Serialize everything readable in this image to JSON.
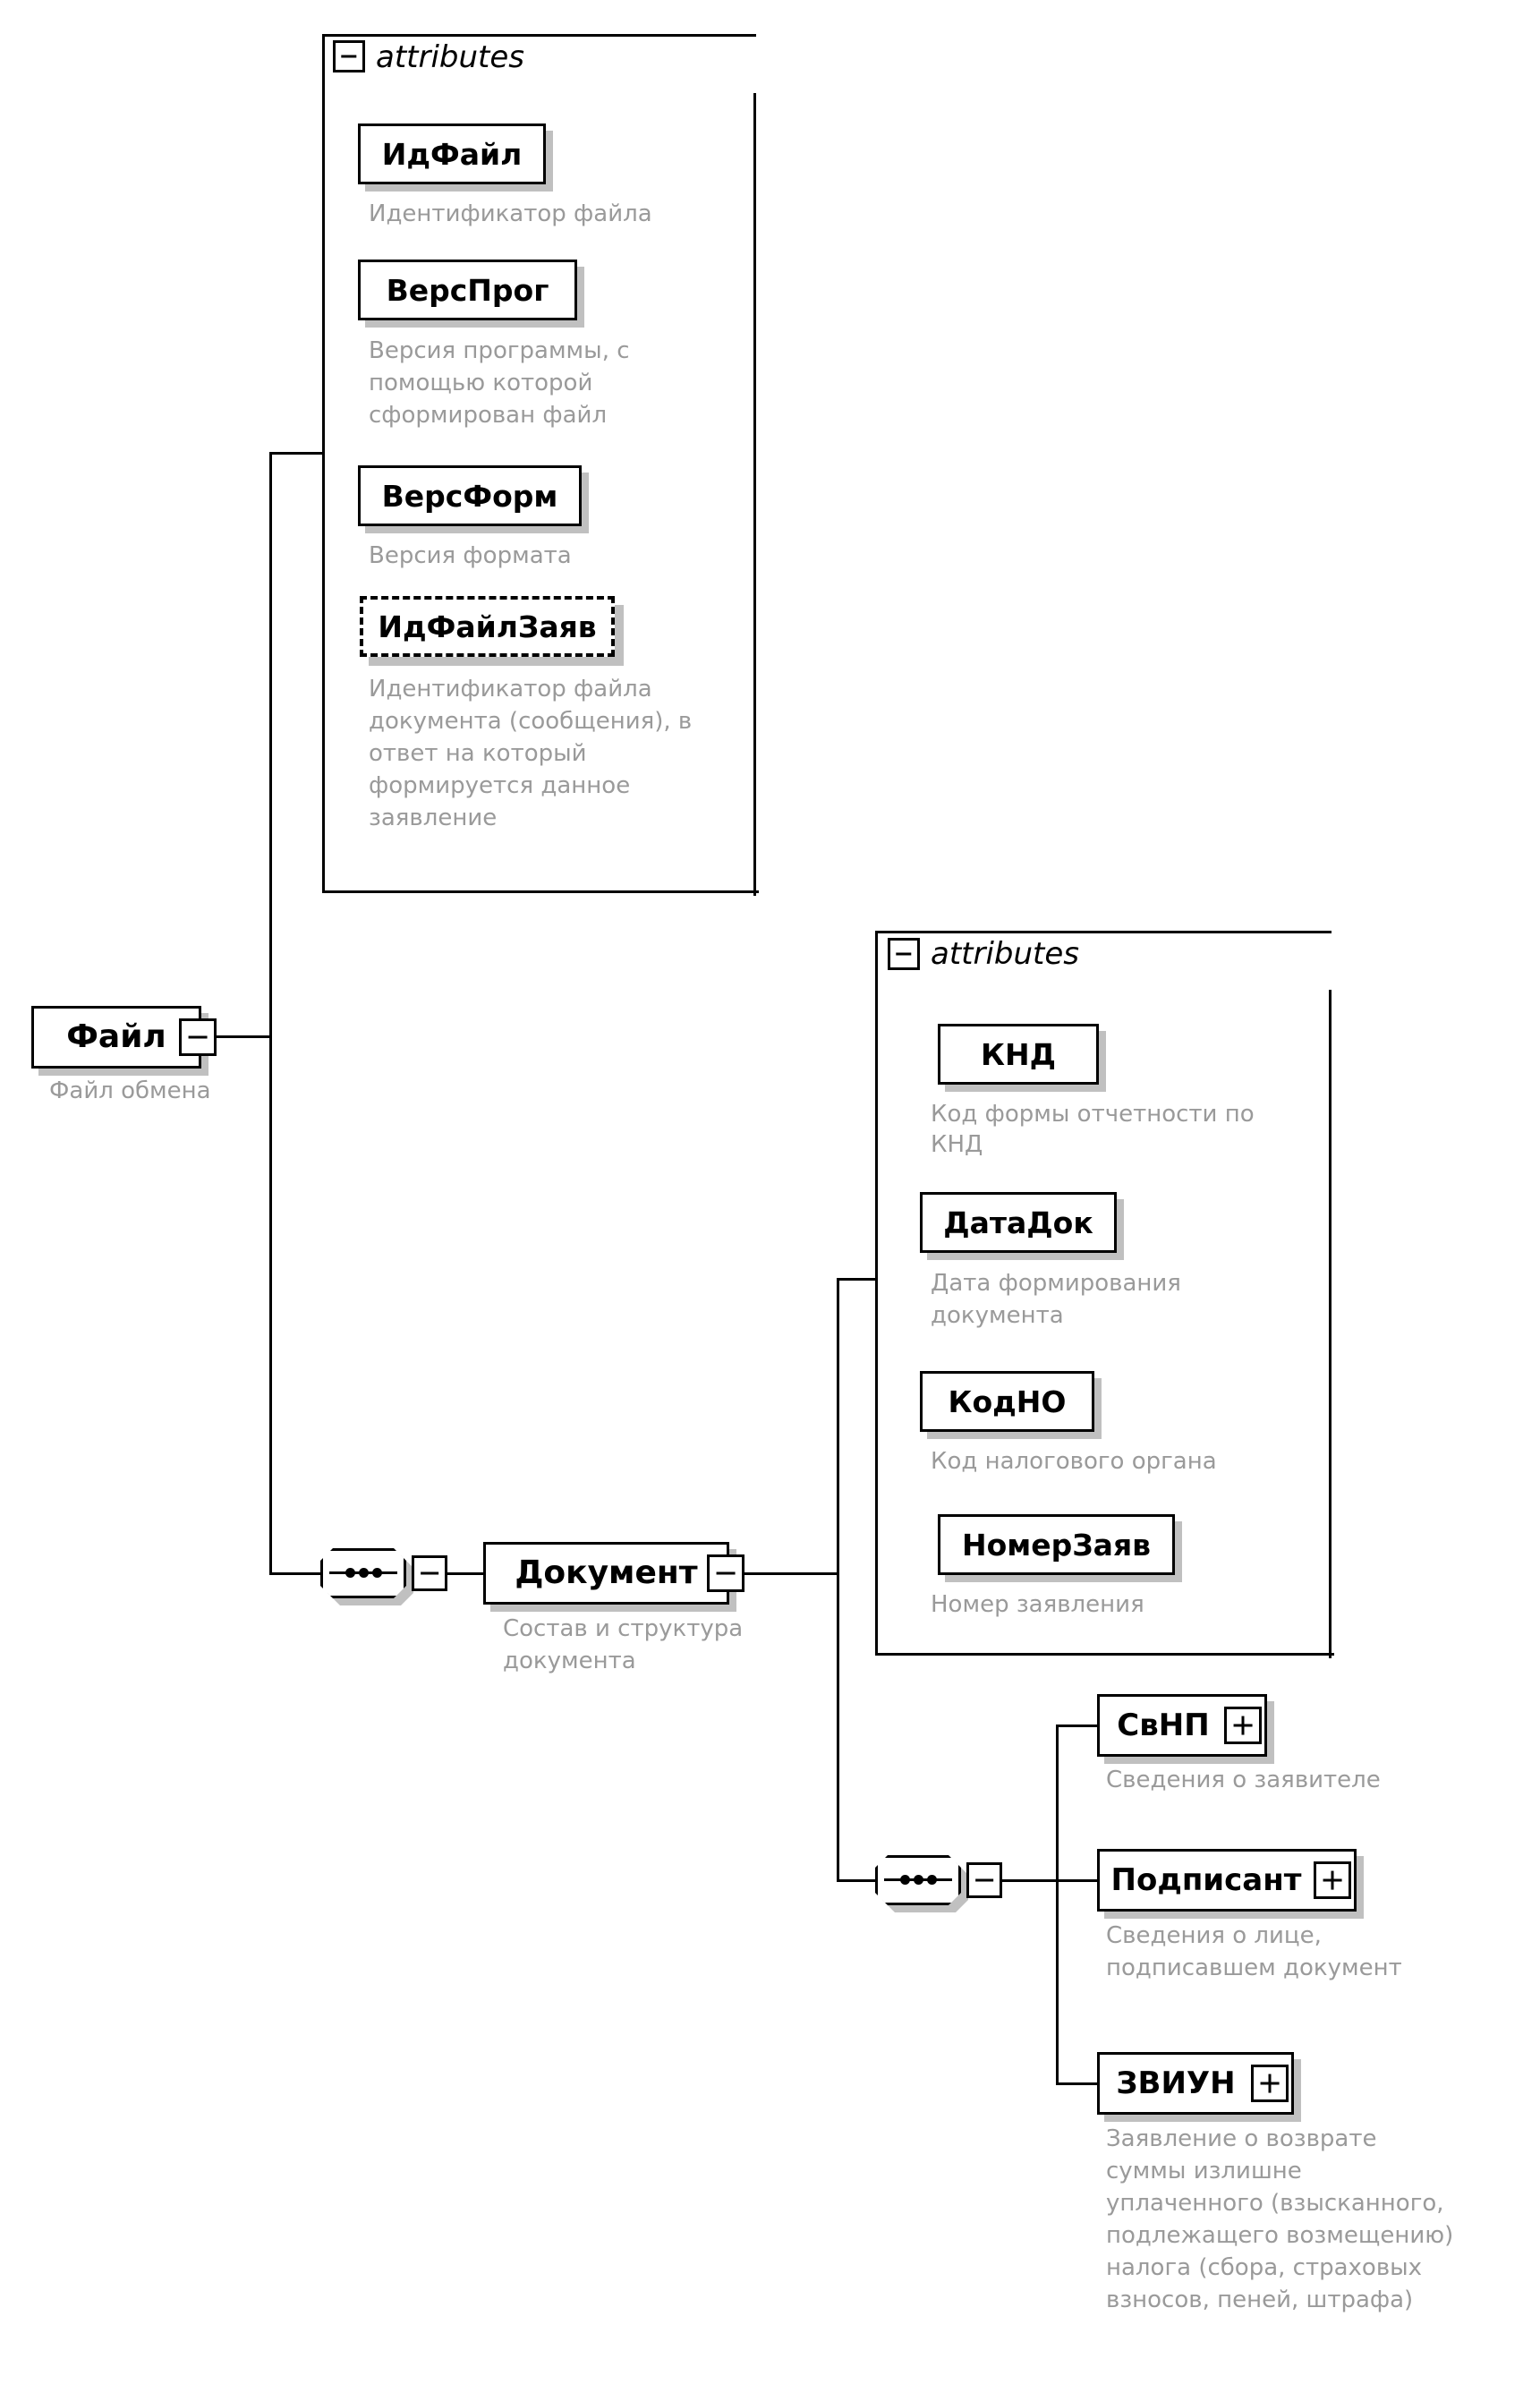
{
  "diagram": {
    "title": "XML Schema structure diagram",
    "icons": {
      "collapse": "minus-icon",
      "expand": "plus-icon",
      "sequence": "sequence-icon"
    },
    "colors": {
      "line": "#000000",
      "shadow": "#c0c0c0",
      "description_text": "#9a9a9a",
      "background": "#ffffff"
    },
    "attribute_groups": [
      {
        "id": "file-attributes",
        "label": "attributes",
        "state": "expanded"
      },
      {
        "id": "document-attributes",
        "label": "attributes",
        "state": "expanded"
      }
    ],
    "nodes": {
      "file": {
        "name": "Файл",
        "description": "Файл обмена",
        "expander": "minus-icon",
        "state": "expanded",
        "optional": false
      },
      "document": {
        "name": "Документ",
        "description": "Состав и структура\nдокумента",
        "expander": "minus-icon",
        "state": "expanded",
        "optional": false
      }
    },
    "file_attributes": [
      {
        "name": "ИдФайл",
        "description": "Идентификатор файла",
        "optional": false
      },
      {
        "name": "ВерсПрог",
        "description": "Версия программы, с\nпомощью которой\nсформирован файл",
        "optional": false
      },
      {
        "name": "ВерсФорм",
        "description": "Версия формата",
        "optional": false
      },
      {
        "name": "ИдФайлЗаяв",
        "description": "Идентификатор файла\nдокумента (сообщения), в\nответ на который\nформируется данное\nзаявление",
        "optional": true
      }
    ],
    "document_attributes": [
      {
        "name": "КНД",
        "description": "Код формы отчетности по\nКНД",
        "optional": false
      },
      {
        "name": "ДатаДок",
        "description": "Дата формирования\nдокумента",
        "optional": false
      },
      {
        "name": "КодНО",
        "description": "Код налогового органа",
        "optional": false
      },
      {
        "name": "НомерЗаяв",
        "description": "Номер заявления",
        "optional": false
      }
    ],
    "document_children": [
      {
        "name": "СвНП",
        "description": "Сведения о заявителе",
        "expander": "plus-icon",
        "state": "collapsed"
      },
      {
        "name": "Подписант",
        "description": "Сведения о лице,\nподписавшем документ",
        "expander": "plus-icon",
        "state": "collapsed"
      },
      {
        "name": "ЗВИУН",
        "description": "Заявление о возврате\nсуммы излишне\nуплаченного (взысканного,\nподлежащего возмещению)\nналога (сбора, страховых\nвзносов, пеней, штрафа)",
        "expander": "plus-icon",
        "state": "collapsed"
      }
    ]
  }
}
